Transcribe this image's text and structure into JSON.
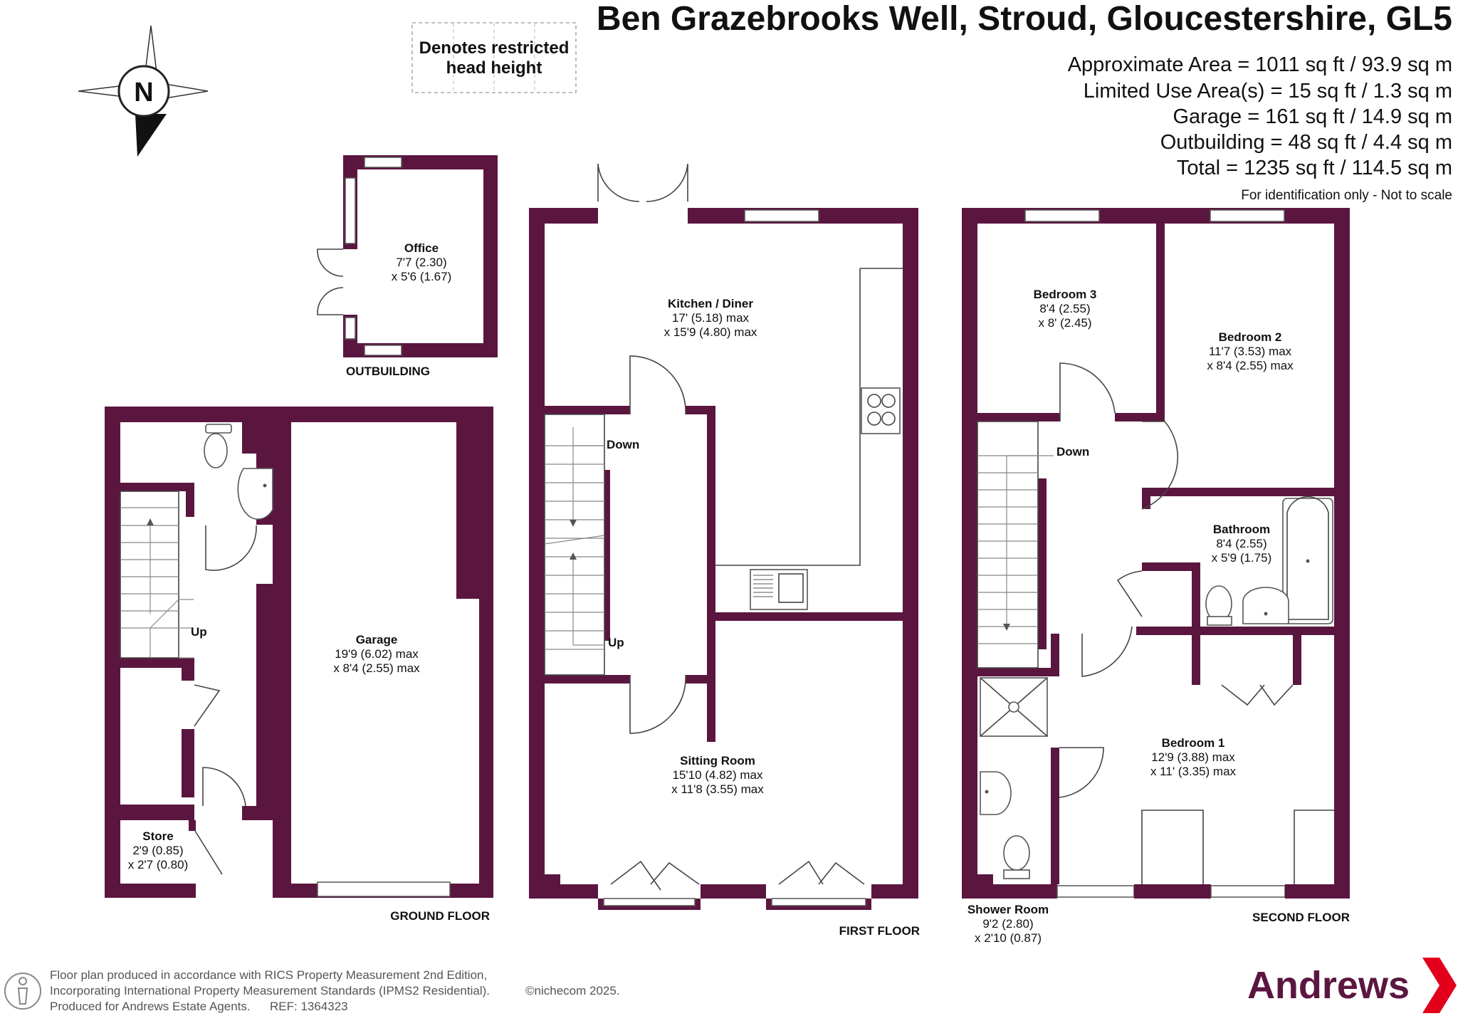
{
  "header": {
    "title": "Ben Grazebrooks Well, Stroud, Gloucestershire, GL5",
    "areas": [
      "Approximate Area = 1011 sq ft / 93.9 sq m",
      "Limited Use Area(s) = 15 sq ft / 1.3 sq m",
      "Garage = 161 sq ft / 14.9 sq m",
      "Outbuilding = 48 sq ft / 4.4 sq m",
      "Total = 1235 sq ft / 114.5 sq m"
    ],
    "note": "For identification only - Not to scale"
  },
  "legend": {
    "line1": "Denotes restricted",
    "line2": "head height"
  },
  "compass": {
    "letter": "N"
  },
  "rooms": {
    "office": {
      "name": "Office",
      "dim1": "7'7 (2.30)",
      "dim2": "x 5'6 (1.67)"
    },
    "garage": {
      "name": "Garage",
      "dim1": "19'9 (6.02) max",
      "dim2": "x 8'4 (2.55) max"
    },
    "store": {
      "name": "Store",
      "dim1": "2'9 (0.85)",
      "dim2": "x 2'7 (0.80)"
    },
    "kitchen": {
      "name": "Kitchen / Diner",
      "dim1": "17' (5.18) max",
      "dim2": "x 15'9 (4.80) max"
    },
    "sitting": {
      "name": "Sitting Room",
      "dim1": "15'10 (4.82) max",
      "dim2": "x 11'8 (3.55) max"
    },
    "bed3": {
      "name": "Bedroom 3",
      "dim1": "8'4 (2.55)",
      "dim2": "x 8' (2.45)"
    },
    "bed2": {
      "name": "Bedroom 2",
      "dim1": "11'7 (3.53) max",
      "dim2": "x 8'4 (2.55) max"
    },
    "bathroom": {
      "name": "Bathroom",
      "dim1": "8'4 (2.55)",
      "dim2": "x 5'9 (1.75)"
    },
    "bed1": {
      "name": "Bedroom 1",
      "dim1": "12'9 (3.88) max",
      "dim2": "x 11' (3.35) max"
    },
    "shower": {
      "name": "Shower Room",
      "dim1": "9'2 (2.80)",
      "dim2": "x 2'10 (0.87)"
    }
  },
  "stairs": {
    "up": "Up",
    "down": "Down"
  },
  "floors": {
    "outbuilding": "OUTBUILDING",
    "ground": "GROUND FLOOR",
    "first": "FIRST FLOOR",
    "second": "SECOND FLOOR"
  },
  "footer": {
    "line1": "Floor plan produced in accordance with RICS Property Measurement 2nd Edition,",
    "line2": "Incorporating International Property Measurement Standards (IPMS2 Residential).",
    "copyright": "©nichecom 2025.",
    "line3": "Produced for Andrews Estate Agents.",
    "ref": "REF:  1364323"
  },
  "brand": {
    "name": "Andrews",
    "color": "#5b1640",
    "accent": "#e3001b"
  }
}
